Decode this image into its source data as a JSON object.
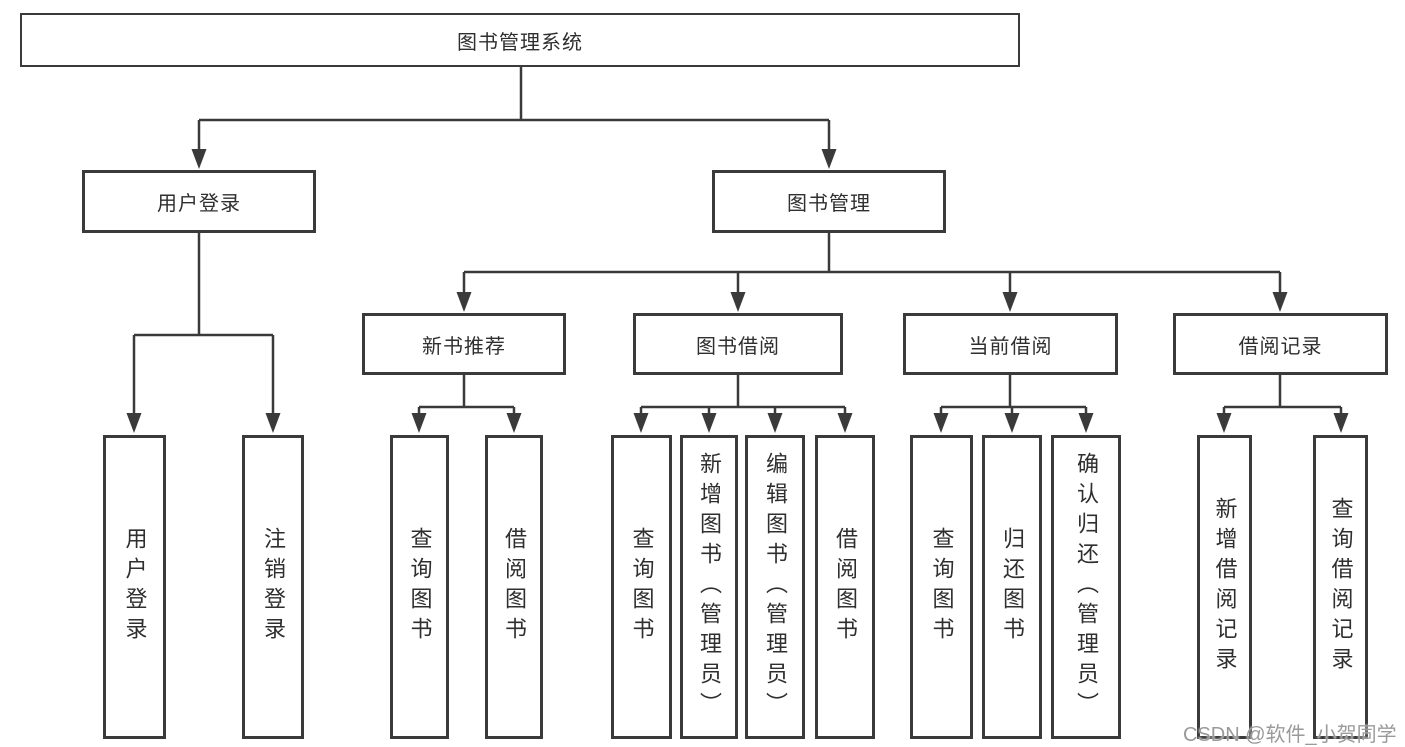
{
  "diagram": {
    "root": {
      "label": "图书管理系统"
    },
    "branches": {
      "user_login": {
        "label": "用户登录",
        "children": {
          "login": {
            "label": "用户登录"
          },
          "logout": {
            "label": "注销登录"
          }
        }
      },
      "book_mgmt": {
        "label": "图书管理",
        "children": {
          "new_books": {
            "label": "新书推荐",
            "children": {
              "query": {
                "label": "查询图书"
              },
              "borrow": {
                "label": "借阅图书"
              }
            }
          },
          "borrowing": {
            "label": "图书借阅",
            "children": {
              "query": {
                "label": "查询图书"
              },
              "add": {
                "label": "新增图书（管理员）"
              },
              "edit": {
                "label": "编辑图书（管理员）"
              },
              "borrow": {
                "label": "借阅图书"
              }
            }
          },
          "current": {
            "label": "当前借阅",
            "children": {
              "query": {
                "label": "查询图书"
              },
              "return": {
                "label": "归还图书"
              },
              "confirm": {
                "label": "确认归还（管理员）"
              }
            }
          },
          "records": {
            "label": "借阅记录",
            "children": {
              "add": {
                "label": "新增借阅记录"
              },
              "query": {
                "label": "查询借阅记录"
              }
            }
          }
        }
      }
    }
  },
  "watermark": {
    "text": "CSDN @软件_小贺同学"
  },
  "colors": {
    "line": "#3a3a3a",
    "text": "#2f2f2f",
    "watermark": "#9a9a9c",
    "background": "#ffffff"
  }
}
